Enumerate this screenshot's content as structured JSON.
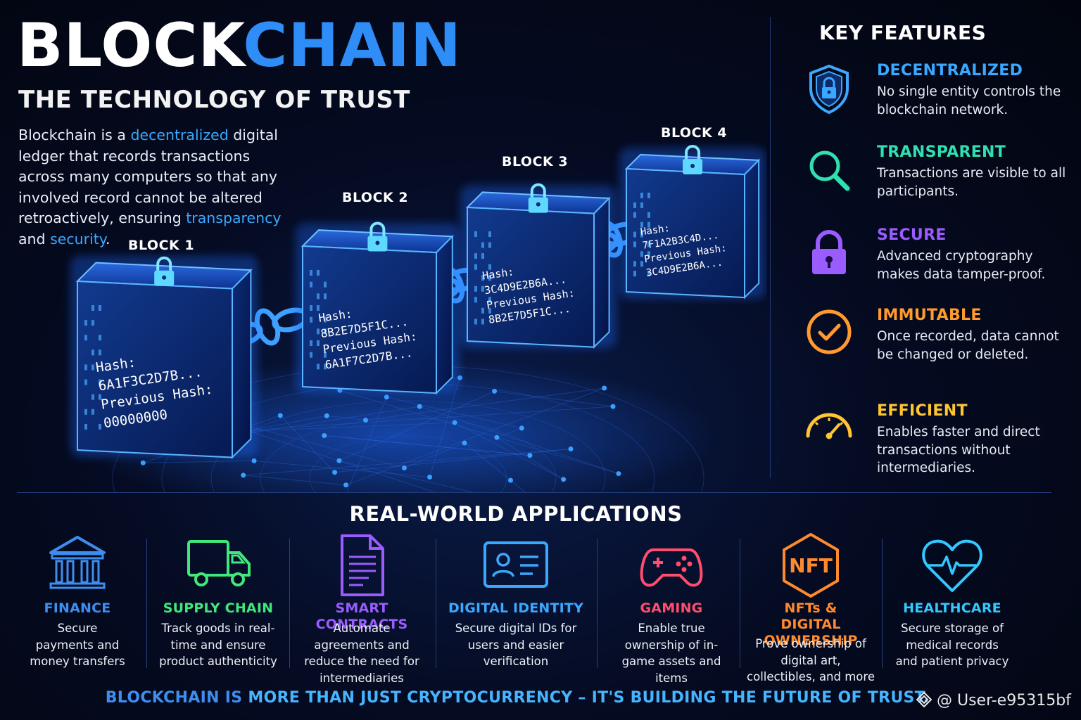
{
  "header": {
    "title_white": "BLOCK",
    "title_blue": "CHAIN",
    "subtitle": "THE TECHNOLOGY OF TRUST",
    "intro": {
      "p1": "Blockchain is a ",
      "hl1": "decentralized",
      "p2": " digital ledger that records transactions across many computers so that any involved record cannot be altered retroactively, ensuring ",
      "hl2": "transparency",
      "p3": " and ",
      "hl3": "security",
      "p4": "."
    }
  },
  "blocks": [
    {
      "label": "BLOCK 1",
      "lines": [
        "Hash:",
        "6A1F3C2D7B...",
        "Previous Hash:",
        "00000000"
      ]
    },
    {
      "label": "BLOCK 2",
      "lines": [
        "Hash:",
        "8B2E7D5F1C...",
        "Previous Hash:",
        "6A1F7C2D7B..."
      ]
    },
    {
      "label": "BLOCK 3",
      "lines": [
        "Hash:",
        "3C4D9E2B6A...",
        "Previous Hash:",
        "8B2E7D5F1C..."
      ]
    },
    {
      "label": "BLOCK 4",
      "lines": [
        "Hash:",
        "7F1A2B3C4D...",
        "Previous Hash:",
        "3C4D9E2B6A..."
      ]
    }
  ],
  "key_features": {
    "title": "KEY FEATURES",
    "items": [
      {
        "name": "DECENTRALIZED",
        "desc": "No single entity controls the blockchain network.",
        "color": "#3aa8ff",
        "icon": "shield-lock-icon"
      },
      {
        "name": "TRANSPARENT",
        "desc": "Transactions are visible to all participants.",
        "color": "#2fe0b0",
        "icon": "magnifier-icon"
      },
      {
        "name": "SECURE",
        "desc": "Advanced cryptography makes data tamper-proof.",
        "color": "#9a5cff",
        "icon": "padlock-icon"
      },
      {
        "name": "IMMUTABLE",
        "desc": "Once recorded, data cannot be changed or deleted.",
        "color": "#ff9a2e",
        "icon": "check-circle-icon"
      },
      {
        "name": "EFFICIENT",
        "desc": "Enables faster and direct transactions without intermediaries.",
        "color": "#ffc533",
        "icon": "speedometer-icon"
      }
    ]
  },
  "applications": {
    "title": "REAL-WORLD APPLICATIONS",
    "items": [
      {
        "name": "FINANCE",
        "desc": "Secure payments and money transfers",
        "color": "#3d8ef0",
        "icon": "bank-icon"
      },
      {
        "name": "SUPPLY CHAIN",
        "desc": "Track goods in real-time and ensure product authenticity",
        "color": "#3fe87a",
        "icon": "truck-icon"
      },
      {
        "name": "SMART CONTRACTS",
        "desc": "Automate agreements and reduce the need for intermediaries",
        "color": "#9a5cff",
        "icon": "document-icon"
      },
      {
        "name": "DIGITAL IDENTITY",
        "desc": "Secure digital IDs for users and easier verification",
        "color": "#3aa8ff",
        "icon": "id-card-icon"
      },
      {
        "name": "GAMING",
        "desc": "Enable true ownership of in-game assets and items",
        "color": "#ff4d6d",
        "icon": "gamepad-icon"
      },
      {
        "name": "NFTs & DIGITAL OWNERSHIP",
        "desc": "Prove ownership of digital art, collectibles, and more",
        "color": "#ff8a2e",
        "icon": "nft-hexagon-icon",
        "icon_text": "NFT"
      },
      {
        "name": "HEALTHCARE",
        "desc": "Secure storage of medical records and patient privacy",
        "color": "#33c8ff",
        "icon": "heart-pulse-icon"
      }
    ]
  },
  "footer": {
    "part1": "BLOCKCHAIN IS ",
    "part2": "MORE THAN JUST CRYPTOCURRENCY – IT'S BUILDING THE FUTURE OF TRUST."
  },
  "watermark": "@ User-e95315bf"
}
